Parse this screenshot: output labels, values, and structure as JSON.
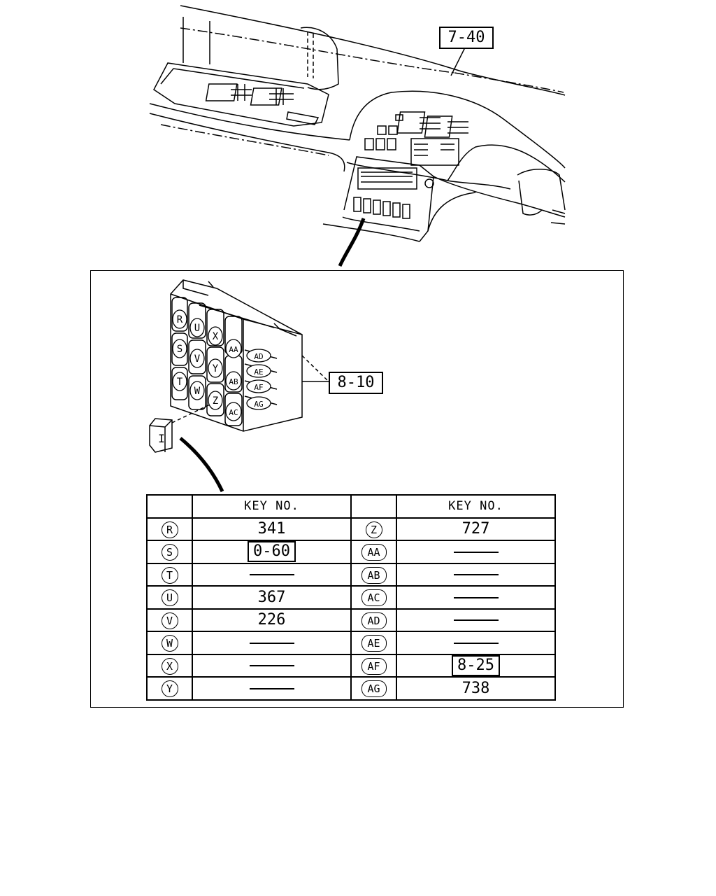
{
  "references": {
    "dashboard": "7-40",
    "relay_block": "8-10"
  },
  "relay_positions": [
    "R",
    "U",
    "X",
    "AA",
    "AD",
    "S",
    "V",
    "Y",
    "AB",
    "AE",
    "T",
    "W",
    "Z",
    "AC",
    "AF",
    "AG"
  ],
  "relay_label": "I",
  "table": {
    "header": "KEY NO.",
    "rows": [
      {
        "left_sym": "R",
        "left_val": "341",
        "left_type": "text",
        "right_sym": "Z",
        "right_val": "727",
        "right_type": "text"
      },
      {
        "left_sym": "S",
        "left_val": "0-60",
        "left_type": "boxed",
        "right_sym": "AA",
        "right_val": "",
        "right_type": "dash"
      },
      {
        "left_sym": "T",
        "left_val": "",
        "left_type": "dash",
        "right_sym": "AB",
        "right_val": "",
        "right_type": "dash"
      },
      {
        "left_sym": "U",
        "left_val": "367",
        "left_type": "text",
        "right_sym": "AC",
        "right_val": "",
        "right_type": "dash"
      },
      {
        "left_sym": "V",
        "left_val": "226",
        "left_type": "text",
        "right_sym": "AD",
        "right_val": "",
        "right_type": "dash"
      },
      {
        "left_sym": "W",
        "left_val": "",
        "left_type": "dash",
        "right_sym": "AE",
        "right_val": "",
        "right_type": "dash"
      },
      {
        "left_sym": "X",
        "left_val": "",
        "left_type": "dash",
        "right_sym": "AF",
        "right_val": "8-25",
        "right_type": "boxed"
      },
      {
        "left_sym": "Y",
        "left_val": "",
        "left_type": "dash",
        "right_sym": "AG",
        "right_val": "738",
        "right_type": "text"
      }
    ]
  }
}
